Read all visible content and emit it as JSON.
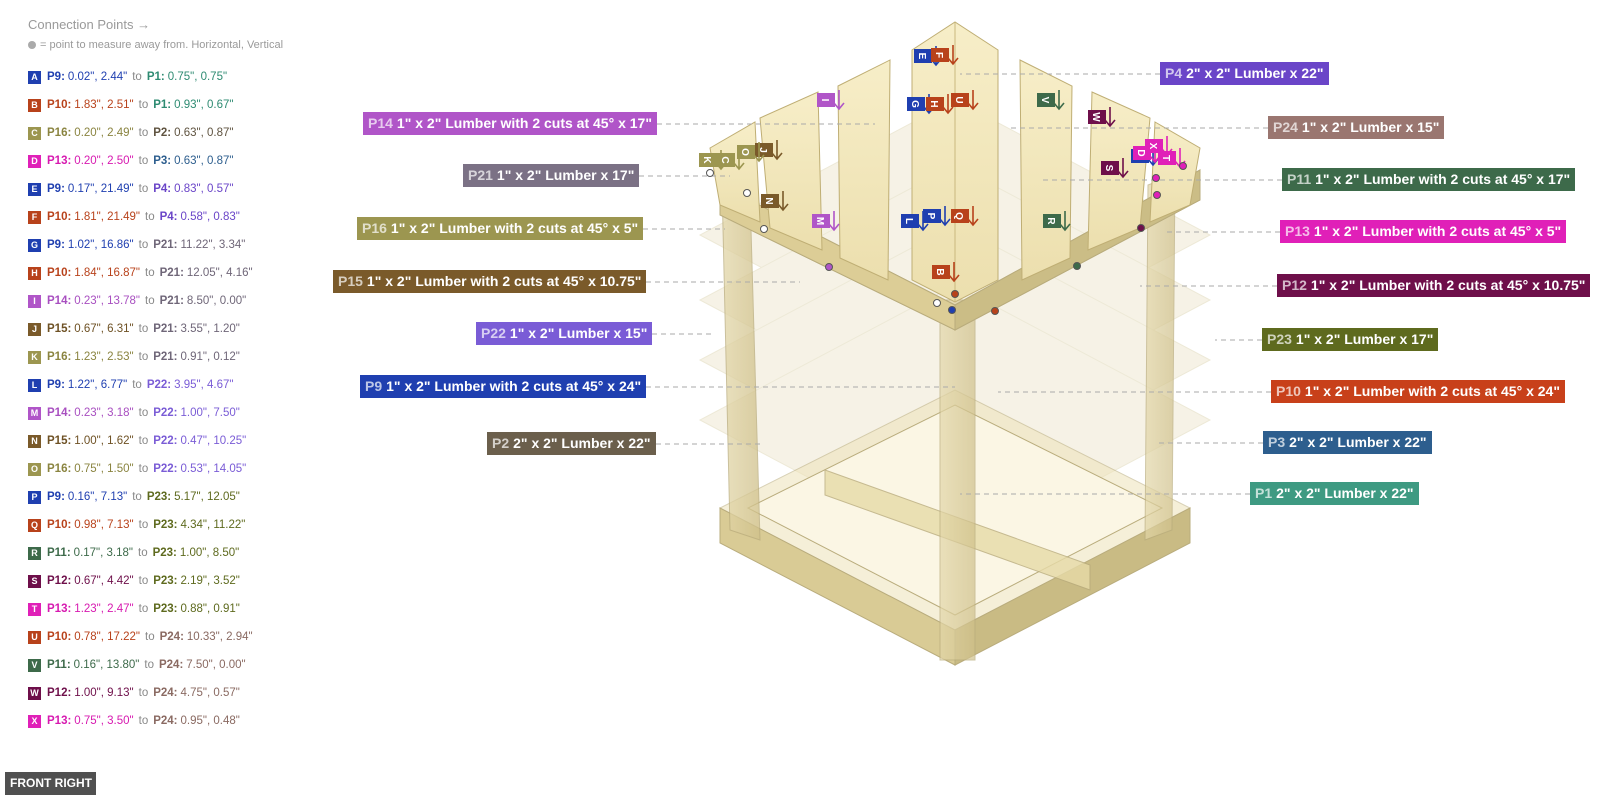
{
  "legend": {
    "title": "Connection Points →",
    "note": "= point to measure away from. Horizontal, Vertical",
    "to_word": "to"
  },
  "connections": [
    {
      "letter": "A",
      "color": "#1f3fb0",
      "from": "P9:",
      "from_color": "#1f3fb0",
      "from_val": "0.02\", 2.44\"",
      "to": "P1:",
      "to_color": "#2e8b72",
      "to_val": "0.75\", 0.75\""
    },
    {
      "letter": "B",
      "color": "#b8421b",
      "from": "P10:",
      "from_color": "#b8421b",
      "from_val": "1.83\", 2.51\"",
      "to": "P1:",
      "to_color": "#2e8b72",
      "to_val": "0.93\", 0.67\""
    },
    {
      "letter": "C",
      "color": "#9c9650",
      "from": "P16:",
      "from_color": "#8a8440",
      "from_val": "0.20\", 2.49\"",
      "to": "P2:",
      "to_color": "#5f5340",
      "to_val": "0.63\", 0.87\""
    },
    {
      "letter": "D",
      "color": "#e020b8",
      "from": "P13:",
      "from_color": "#d71ab0",
      "from_val": "0.20\", 2.50\"",
      "to": "P3:",
      "to_color": "#2d5e8e",
      "to_val": "0.63\", 0.87\""
    },
    {
      "letter": "E",
      "color": "#1f3fb0",
      "from": "P9:",
      "from_color": "#1f3fb0",
      "from_val": "0.17\", 21.49\"",
      "to": "P4:",
      "to_color": "#6a45c8",
      "to_val": "0.83\", 0.57\""
    },
    {
      "letter": "F",
      "color": "#b8421b",
      "from": "P10:",
      "from_color": "#b8421b",
      "from_val": "1.81\", 21.49\"",
      "to": "P4:",
      "to_color": "#6a45c8",
      "to_val": "0.58\", 0.83\""
    },
    {
      "letter": "G",
      "color": "#1f3fb0",
      "from": "P9:",
      "from_color": "#1f3fb0",
      "from_val": "1.02\", 16.86\"",
      "to": "P21:",
      "to_color": "#6f6678",
      "to_val": "11.22\", 3.34\""
    },
    {
      "letter": "H",
      "color": "#b8421b",
      "from": "P10:",
      "from_color": "#b8421b",
      "from_val": "1.84\", 16.87\"",
      "to": "P21:",
      "to_color": "#6f6678",
      "to_val": "12.05\", 4.16\""
    },
    {
      "letter": "I",
      "color": "#b055c8",
      "from": "P14:",
      "from_color": "#a84fc0",
      "from_val": "0.23\", 13.78\"",
      "to": "P21:",
      "to_color": "#6f6678",
      "to_val": "8.50\", 0.00\""
    },
    {
      "letter": "J",
      "color": "#7a5a2a",
      "from": "P15:",
      "from_color": "#6e5124",
      "from_val": "0.67\", 6.31\"",
      "to": "P21:",
      "to_color": "#6f6678",
      "to_val": "3.55\", 1.20\""
    },
    {
      "letter": "K",
      "color": "#9c9650",
      "from": "P16:",
      "from_color": "#8a8440",
      "from_val": "1.23\", 2.53\"",
      "to": "P21:",
      "to_color": "#6f6678",
      "to_val": "0.91\", 0.12\""
    },
    {
      "letter": "L",
      "color": "#1f3fb0",
      "from": "P9:",
      "from_color": "#1f3fb0",
      "from_val": "1.22\", 6.77\"",
      "to": "P22:",
      "to_color": "#7a5cd6",
      "to_val": "3.95\", 4.67\""
    },
    {
      "letter": "M",
      "color": "#b055c8",
      "from": "P14:",
      "from_color": "#a84fc0",
      "from_val": "0.23\", 3.18\"",
      "to": "P22:",
      "to_color": "#7a5cd6",
      "to_val": "1.00\", 7.50\""
    },
    {
      "letter": "N",
      "color": "#7a5a2a",
      "from": "P15:",
      "from_color": "#6e5124",
      "from_val": "1.00\", 1.62\"",
      "to": "P22:",
      "to_color": "#7a5cd6",
      "to_val": "0.47\", 10.25\""
    },
    {
      "letter": "O",
      "color": "#9c9650",
      "from": "P16:",
      "from_color": "#8a8440",
      "from_val": "0.75\", 1.50\"",
      "to": "P22:",
      "to_color": "#7a5cd6",
      "to_val": "0.53\", 14.05\""
    },
    {
      "letter": "P",
      "color": "#1f3fb0",
      "from": "P9:",
      "from_color": "#1f3fb0",
      "from_val": "0.16\", 7.13\"",
      "to": "P23:",
      "to_color": "#5e6a1e",
      "to_val": "5.17\", 12.05\""
    },
    {
      "letter": "Q",
      "color": "#b8421b",
      "from": "P10:",
      "from_color": "#b8421b",
      "from_val": "0.98\", 7.13\"",
      "to": "P23:",
      "to_color": "#5e6a1e",
      "to_val": "4.34\", 11.22\""
    },
    {
      "letter": "R",
      "color": "#3d6a4a",
      "from": "P11:",
      "from_color": "#3d6a4a",
      "from_val": "0.17\", 3.18\"",
      "to": "P23:",
      "to_color": "#5e6a1e",
      "to_val": "1.00\", 8.50\""
    },
    {
      "letter": "S",
      "color": "#6e0f4a",
      "from": "P12:",
      "from_color": "#6e0f4a",
      "from_val": "0.67\", 4.42\"",
      "to": "P23:",
      "to_color": "#5e6a1e",
      "to_val": "2.19\", 3.52\""
    },
    {
      "letter": "T",
      "color": "#e020b8",
      "from": "P13:",
      "from_color": "#d71ab0",
      "from_val": "1.23\", 2.47\"",
      "to": "P23:",
      "to_color": "#5e6a1e",
      "to_val": "0.88\", 0.91\""
    },
    {
      "letter": "U",
      "color": "#b8421b",
      "from": "P10:",
      "from_color": "#b8421b",
      "from_val": "0.78\", 17.22\"",
      "to": "P24:",
      "to_color": "#8a6a62",
      "to_val": "10.33\", 2.94\""
    },
    {
      "letter": "V",
      "color": "#3d6a4a",
      "from": "P11:",
      "from_color": "#3d6a4a",
      "from_val": "0.16\", 13.80\"",
      "to": "P24:",
      "to_color": "#8a6a62",
      "to_val": "7.50\", 0.00\""
    },
    {
      "letter": "W",
      "color": "#6e0f4a",
      "from": "P12:",
      "from_color": "#6e0f4a",
      "from_val": "1.00\", 9.13\"",
      "to": "P24:",
      "to_color": "#8a6a62",
      "to_val": "4.75\", 0.57\""
    },
    {
      "letter": "X",
      "color": "#e020b8",
      "from": "P13:",
      "from_color": "#d71ab0",
      "from_val": "0.75\", 3.50\"",
      "to": "P24:",
      "to_color": "#8a6a62",
      "to_val": "0.95\", 0.48\""
    }
  ],
  "parts": [
    {
      "id": "P4",
      "desc": "2\" x 2\" Lumber x 22\"",
      "color": "#6a45c8"
    },
    {
      "id": "P14",
      "desc": "1\" x 2\" Lumber with 2 cuts at 45° x 17\"",
      "color": "#b055c8"
    },
    {
      "id": "P24",
      "desc": "1\" x 2\" Lumber x 15\"",
      "color": "#9a7670"
    },
    {
      "id": "P21",
      "desc": "1\" x 2\" Lumber x 17\"",
      "color": "#7b7185"
    },
    {
      "id": "P11",
      "desc": "1\" x 2\" Lumber with 2 cuts at 45° x 17\"",
      "color": "#3d6a4a"
    },
    {
      "id": "P16",
      "desc": "1\" x 2\" Lumber with 2 cuts at 45° x 5\"",
      "color": "#9c9650"
    },
    {
      "id": "P13",
      "desc": "1\" x 2\" Lumber with 2 cuts at 45° x 5\"",
      "color": "#e020b8"
    },
    {
      "id": "P15",
      "desc": "1\" x 2\" Lumber with 2 cuts at 45° x 10.75\"",
      "color": "#7a5a2a"
    },
    {
      "id": "P12",
      "desc": "1\" x 2\" Lumber with 2 cuts at 45° x 10.75\"",
      "color": "#6e0f4a"
    },
    {
      "id": "P22",
      "desc": "1\" x 2\" Lumber x 15\"",
      "color": "#7a5cd6"
    },
    {
      "id": "P23",
      "desc": "1\" x 2\" Lumber x 17\"",
      "color": "#5e6a1e"
    },
    {
      "id": "P9",
      "desc": "1\" x 2\" Lumber with 2 cuts at 45° x 24\"",
      "color": "#1f3fb0"
    },
    {
      "id": "P10",
      "desc": "1\" x 2\" Lumber with 2 cuts at 45° x 24\"",
      "color": "#c8401a"
    },
    {
      "id": "P2",
      "desc": "2\" x 2\" Lumber x 22\"",
      "color": "#6b5f4c"
    },
    {
      "id": "P3",
      "desc": "2\" x 2\" Lumber x 22\"",
      "color": "#2d5e8e"
    },
    {
      "id": "P1",
      "desc": "2\" x 2\" Lumber x 22\"",
      "color": "#3e9a82"
    }
  ],
  "view_label": "FRONT RIGHT",
  "icons": {
    "legend_dot": "measure-point-dot-icon",
    "arrow": "down-arrow-icon"
  }
}
